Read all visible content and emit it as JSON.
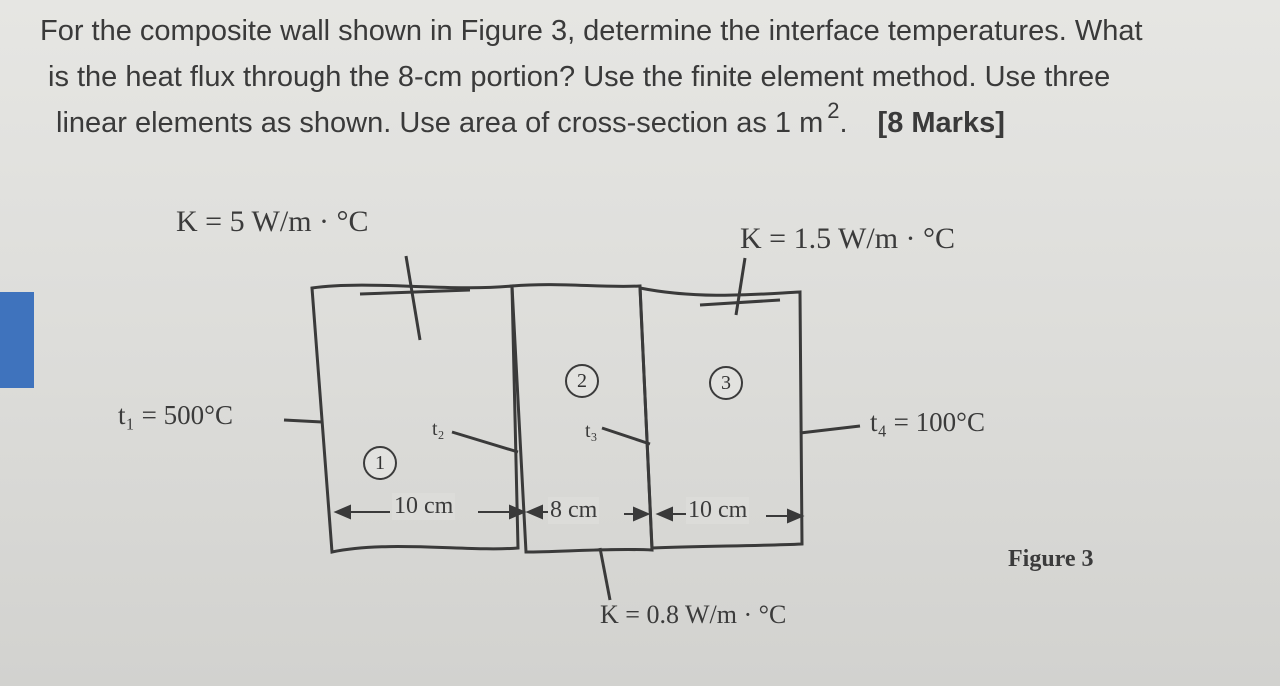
{
  "question": {
    "line1": "For the composite wall shown in Figure 3, determine the interface temperatures. What",
    "line2": "is the heat flux through the 8-cm portion? Use the finite element method. Use three",
    "line3": "linear elements as shown. Use area of cross-section as 1 m",
    "exponent": "2",
    "period": ".",
    "marks": "[8 Marks]"
  },
  "figure": {
    "k1_label": "K = 5 W/m · °C",
    "k2_label": "K = 0.8 W/m · °C",
    "k3_label": "K = 1.5 W/m · °C",
    "t1_label": "t₁ = 500°C",
    "t4_label": "t₄ = 100°C",
    "t2_label": "t₂",
    "t3_label": "t₃",
    "element1": "1",
    "element2": "2",
    "element3": "3",
    "dim1": "10 cm",
    "dim2": "8 cm",
    "dim3": "10 cm",
    "caption": "Figure 3"
  }
}
